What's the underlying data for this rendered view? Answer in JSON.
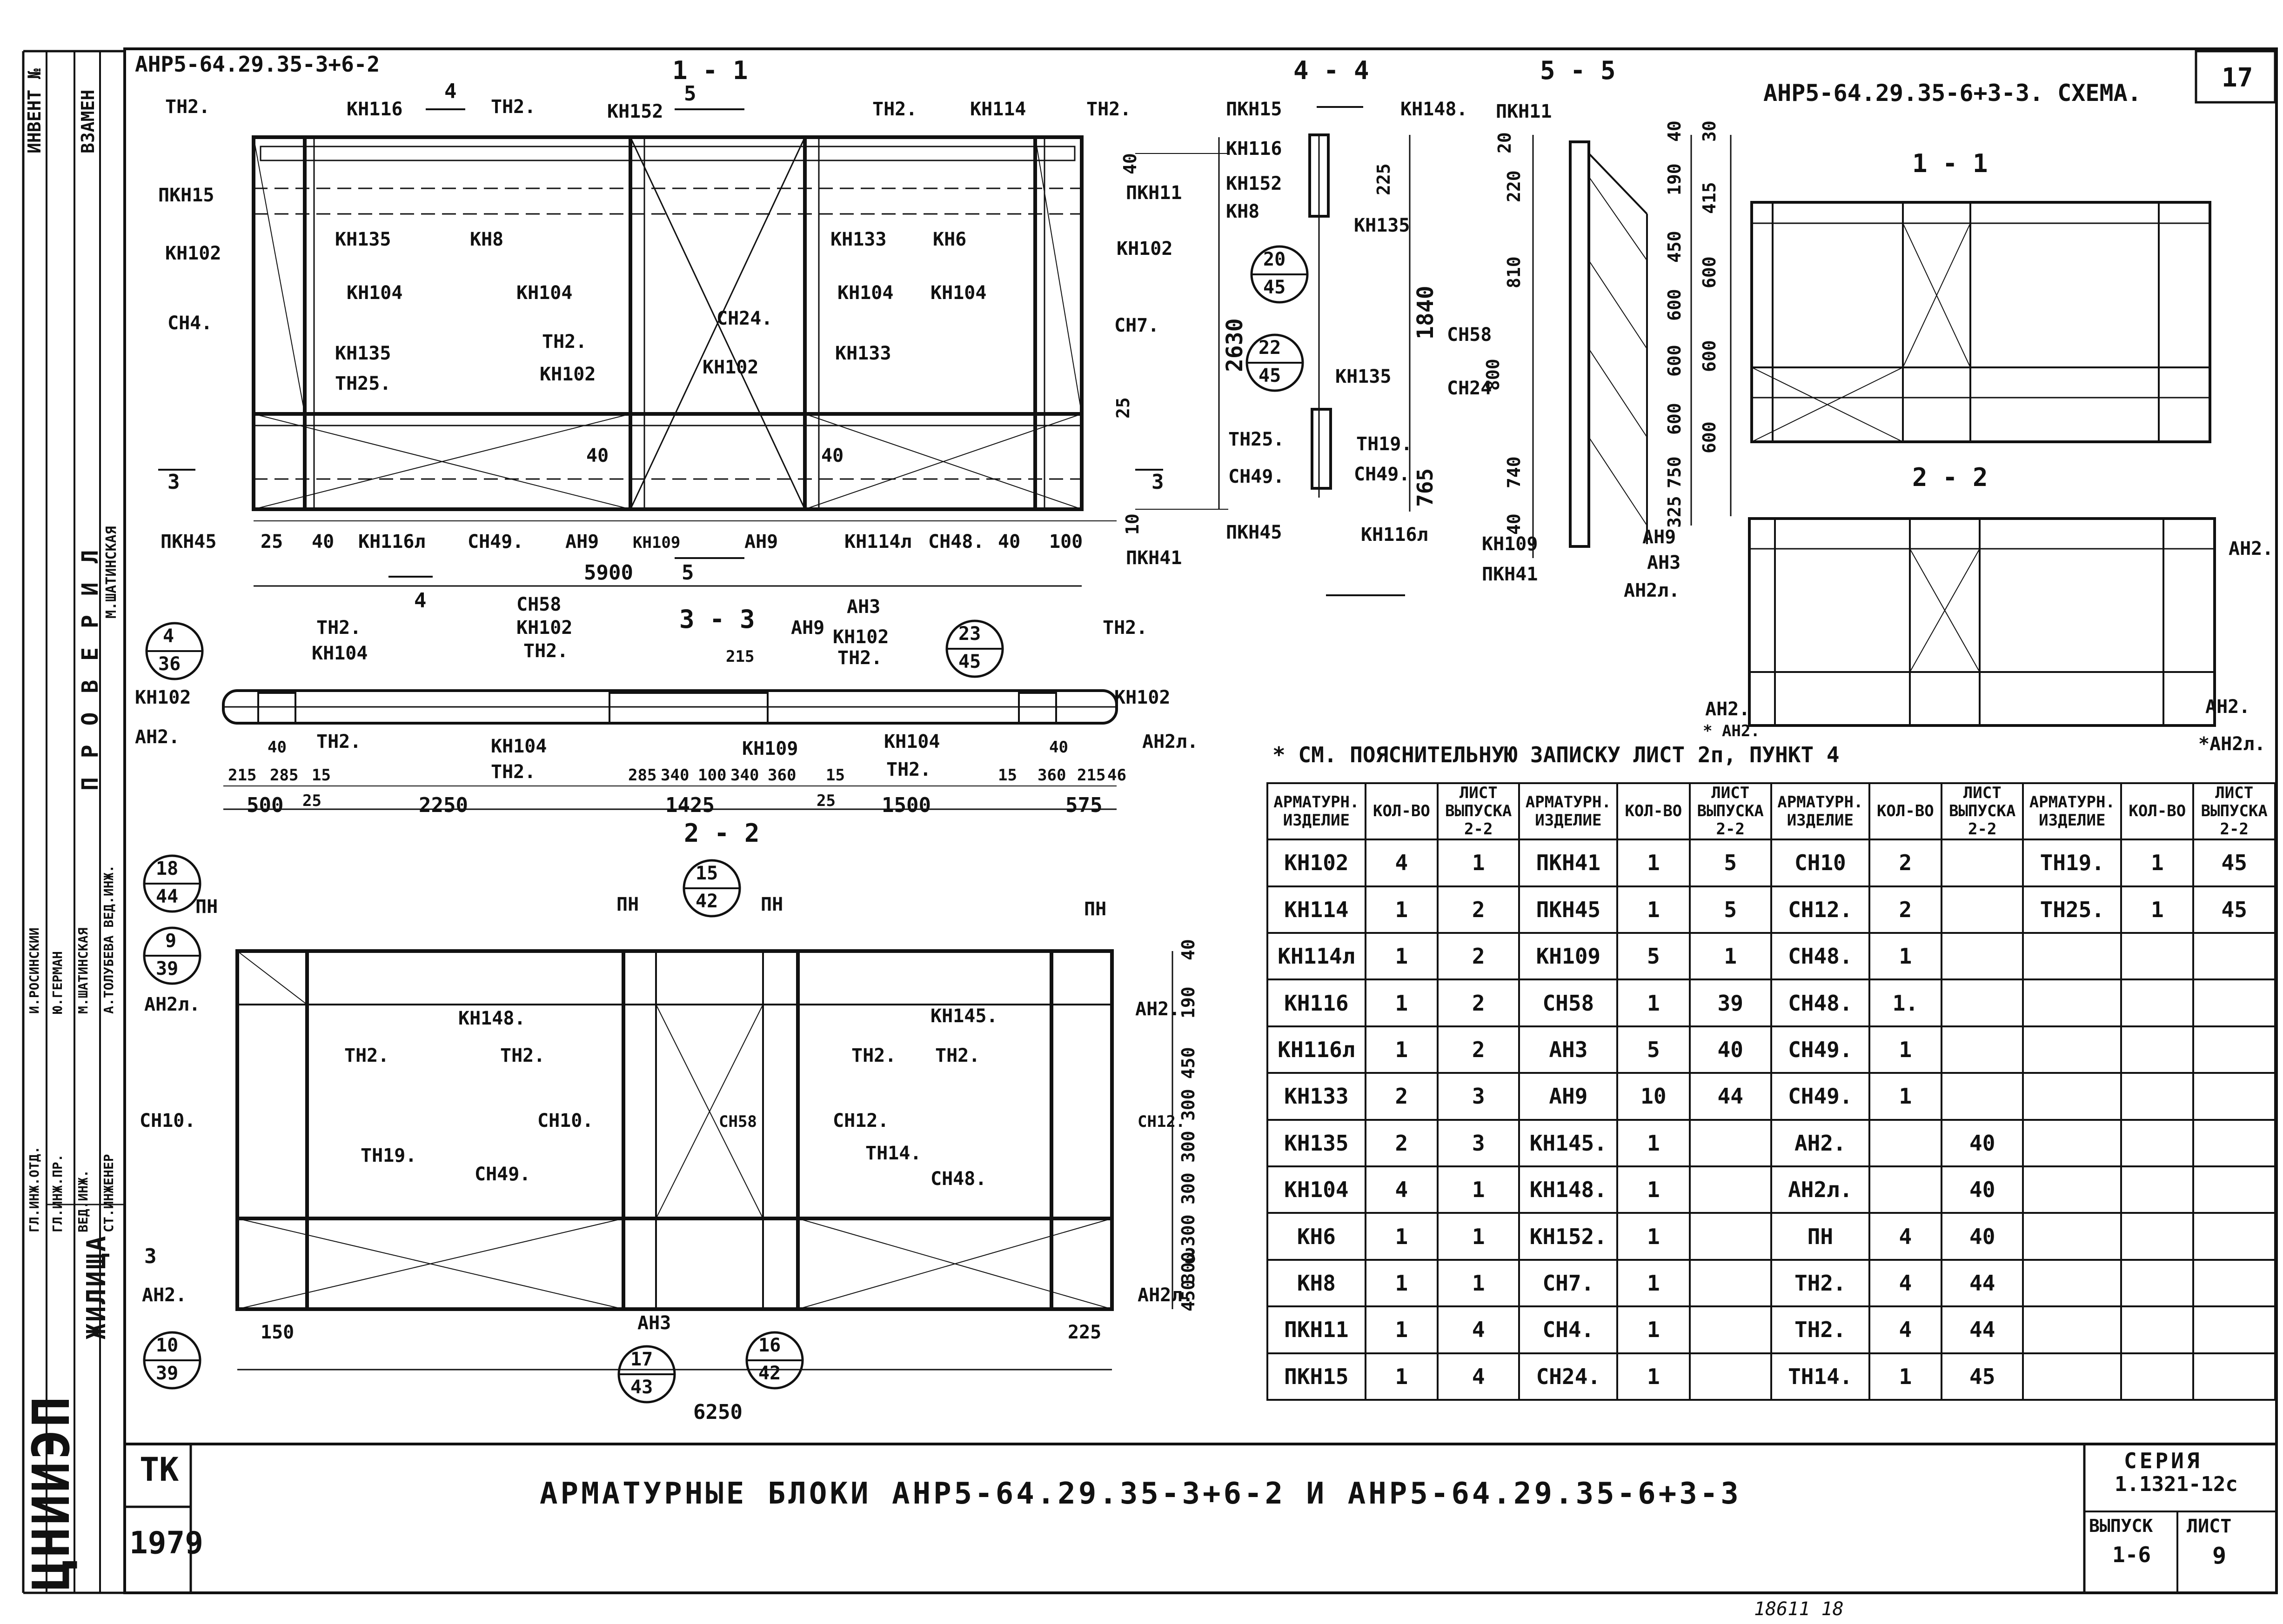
{
  "sheet": {
    "number": "17",
    "left_block_title": "АНР5-64.29.35-3+6-2",
    "right_block_title": "АНР5-64.29.35-6+3-3. СХЕМА.",
    "note": "* СМ. ПОЯСНИТЕЛЬНУЮ ЗАПИСКУ ЛИСТ 2п, ПУНКТ 4"
  },
  "left_stamp": {
    "invent": "ИНВЕНТ №",
    "vzamen": "ВЗАМЕН",
    "checked": "П Р О В Е Р И Л",
    "roles": [
      "ГЛ.ИНЖ.ОТД.",
      "ГЛ.ИНЖ.ПР.",
      "ВЕД.ИНЖ.",
      "СТ.ИНЖЕНЕР"
    ],
    "names": [
      "И.РОСИНСКИИ",
      "Ю.ГЕРМАН",
      "М.ШАТИНСКАЯ",
      "А.ТОЛУБЕВА ВЕД.ИНЖ."
    ],
    "checker": "М.ШАТИНСКАЯ",
    "org": "ЦНИИЭП",
    "org2": "ЖИЛИЩА"
  },
  "sections": {
    "s11": "1 - 1",
    "s44": "4 - 4",
    "s55": "5 - 5",
    "s33": "3 - 3",
    "s22": "2 - 2",
    "right11": "1 - 1",
    "right22": "2 - 2"
  },
  "labels_top": {
    "tn2": "ТН2.",
    "kn116": "КН116",
    "kn152": "КН152",
    "kn114": "КН114",
    "pkn15": "ПКН15",
    "kn135": "КН135",
    "kn8": "КН8",
    "kn133": "КН133",
    "kn6": "КН6",
    "kn102": "КН102",
    "kn104": "КН104",
    "sn4": "СН4.",
    "sn7": "СН7.",
    "tn25": "ТН25.",
    "kn102b": "КН102",
    "sn24": "СН24.",
    "pkn11": "ПКН11",
    "pkn45": "ПКН45",
    "kn116l": "КН116л",
    "sn49": "СН49.",
    "an9": "АН9",
    "kn109": "КН109",
    "kn114l": "КН114л",
    "sn48": "СН48.",
    "pkn41": "ПКН41",
    "n4": "4",
    "n5": "5",
    "n3": "3",
    "n40": "40",
    "n25": "25",
    "n100": "100",
    "n10": "10",
    "d5900": "5900",
    "d2630": "2630"
  },
  "labels_44": {
    "pkn15": "ПКН15",
    "kn116": "КН116",
    "kn152": "КН152",
    "kn8": "КН8",
    "kn148": "КН148.",
    "kn135": "КН135",
    "tn25": "ТН25.",
    "sn49": "СН49.",
    "pkn45": "ПКН45",
    "tn19": "ТН19.",
    "sn49b": "СН49.",
    "kn116l": "КН116л",
    "d1840": "1840",
    "d765": "765",
    "d225": "225"
  },
  "labels_55": {
    "pkn11": "ПКН11",
    "sn58": "СН58",
    "sn24": "СН24",
    "an9": "АН9",
    "kn109": "КН109",
    "pkn41": "ПКН41",
    "an3": "АН3",
    "an2l": "АН2л.",
    "left_dims": [
      "20",
      "220",
      "810",
      "800",
      "740",
      "40"
    ],
    "right_dims": [
      "40",
      "190",
      "450",
      "600",
      "600",
      "600",
      "750",
      "325"
    ],
    "far_dims": [
      "30",
      "415",
      "600",
      "600",
      "600"
    ]
  },
  "labels_33": {
    "sn58": "СН58",
    "kn102": "КН102",
    "tn2": "ТН2.",
    "kn104": "КН104",
    "an2": "АН2.",
    "an3": "АН3",
    "an9": "АН9",
    "kn109": "КН109",
    "an2l": "АН2л.",
    "dims_bottom": [
      "500",
      "2250",
      "1425",
      "1500",
      "575"
    ],
    "dims_small": [
      "215",
      "285",
      "15",
      "25",
      "40",
      "285",
      "340",
      "100",
      "340",
      "360",
      "15",
      "25",
      "15",
      "360",
      "215",
      "46",
      "40",
      "215"
    ]
  },
  "labels_22": {
    "pn": "ПН",
    "an2l": "АН2л.",
    "kn148": "КН148.",
    "kn145": "КН145.",
    "an2": "АН2.",
    "tn2": "ТН2.",
    "sn10": "СН10.",
    "sn12": "СН12.",
    "tn19": "ТН19.",
    "sn49": "СН49.",
    "sn58": "СН58",
    "tn14": "ТН14.",
    "sn48": "СН48.",
    "an3": "АН3",
    "d6250": "6250",
    "d150": "150",
    "d225": "225",
    "right_dims": [
      "40",
      "190",
      "450",
      "300",
      "300",
      "300",
      "300",
      "300",
      "450"
    ]
  },
  "callouts": [
    {
      "top": "4",
      "bottom": "36"
    },
    {
      "top": "23",
      "bottom": "45"
    },
    {
      "top": "20",
      "bottom": "45"
    },
    {
      "top": "22",
      "bottom": "45"
    },
    {
      "top": "18",
      "bottom": "44"
    },
    {
      "top": "9",
      "bottom": "39"
    },
    {
      "top": "15",
      "bottom": "42"
    },
    {
      "top": "10",
      "bottom": "39"
    },
    {
      "top": "17",
      "bottom": "43"
    },
    {
      "top": "16",
      "bottom": "42"
    }
  ],
  "table": {
    "headers": [
      "АРМАТУРН. ИЗДЕЛИЕ",
      "КОЛ-ВО",
      "ЛИСТ ВЫПУСКА 2-2"
    ],
    "rows": [
      [
        [
          "КН102",
          "4",
          "1"
        ],
        [
          "ПКН41",
          "1",
          "5"
        ],
        [
          "СН10",
          "2",
          ""
        ],
        [
          "ТН19.",
          "1",
          "45"
        ]
      ],
      [
        [
          "КН114",
          "1",
          "2"
        ],
        [
          "ПКН45",
          "1",
          "5"
        ],
        [
          "СН12.",
          "2",
          ""
        ],
        [
          "ТН25.",
          "1",
          "45"
        ]
      ],
      [
        [
          "КН114л",
          "1",
          "2"
        ],
        [
          "КН109",
          "5",
          "1"
        ],
        [
          "СН48.",
          "1",
          ""
        ],
        [
          "",
          "",
          ""
        ]
      ],
      [
        [
          "КН116",
          "1",
          "2"
        ],
        [
          "СН58",
          "1",
          "39"
        ],
        [
          "СН48.",
          "1.",
          ""
        ],
        [
          "",
          "",
          ""
        ]
      ],
      [
        [
          "КН116л",
          "1",
          "2"
        ],
        [
          "АН3",
          "5",
          "40"
        ],
        [
          "СН49.",
          "1",
          ""
        ],
        [
          "",
          "",
          ""
        ]
      ],
      [
        [
          "КН133",
          "2",
          "3"
        ],
        [
          "АН9",
          "10",
          "44"
        ],
        [
          "СН49.",
          "1",
          ""
        ],
        [
          "",
          "",
          ""
        ]
      ],
      [
        [
          "КН135",
          "2",
          "3"
        ],
        [
          "КН145.",
          "1",
          ""
        ],
        [
          "АН2.",
          "",
          "40"
        ],
        [
          "",
          "",
          ""
        ]
      ],
      [
        [
          "КН104",
          "4",
          "1"
        ],
        [
          "КН148.",
          "1",
          ""
        ],
        [
          "АН2л.",
          "",
          "40"
        ],
        [
          "",
          "",
          ""
        ]
      ],
      [
        [
          "КН6",
          "1",
          "1"
        ],
        [
          "КН152.",
          "1",
          ""
        ],
        [
          "ПН",
          "4",
          "40"
        ],
        [
          "",
          "",
          ""
        ]
      ],
      [
        [
          "КН8",
          "1",
          "1"
        ],
        [
          "СН7.",
          "1",
          ""
        ],
        [
          "ТН2.",
          "4",
          "44"
        ],
        [
          "",
          "",
          ""
        ]
      ],
      [
        [
          "ПКН11",
          "1",
          "4"
        ],
        [
          "СН4.",
          "1",
          ""
        ],
        [
          "ТН2.",
          "4",
          "44"
        ],
        [
          "",
          "",
          ""
        ]
      ],
      [
        [
          "ПКН15",
          "1",
          "4"
        ],
        [
          "СН24.",
          "1",
          ""
        ],
        [
          "ТН14.",
          "1",
          "45"
        ],
        [
          "",
          "",
          ""
        ]
      ]
    ]
  },
  "title_block": {
    "tk": "ТК",
    "year": "1979",
    "title": "АРМАТУРНЫЕ БЛОКИ АНР5-64.29.35-3+6-2 И АНР5-64.29.35-6+3-3",
    "series_label": "СЕРИЯ",
    "series": "1.1321-12с",
    "vypusk_label": "ВЫПУСК",
    "vypusk": "1-6",
    "list_label": "ЛИСТ",
    "list": "9",
    "footer": "18611 18"
  },
  "right_labels": {
    "an2": "АН2.",
    "an2b": "АН2.",
    "an2star": "* АН2.",
    "an2l": "*АН2л.",
    "an2c": "АН2."
  }
}
